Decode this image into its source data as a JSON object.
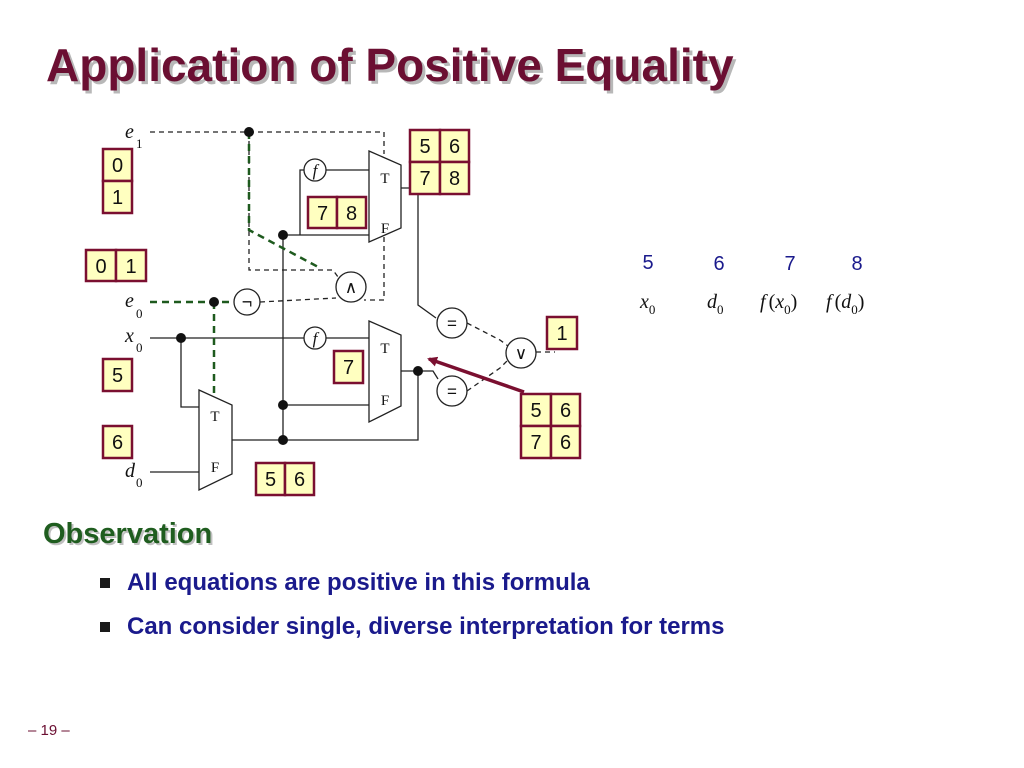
{
  "title": "Application of Positive Equality",
  "colors": {
    "title": "#6b0f32",
    "observation": "#1f5d1f",
    "bullet_text": "#1a1a8c",
    "box_fill": "#ffffc0",
    "box_border": "#7a0f30",
    "arrow": "#7a0f30",
    "dashed_green": "#1e5a1e"
  },
  "diagram": {
    "inputs": {
      "e1": {
        "base": "e",
        "sub": "1"
      },
      "e0": {
        "base": "e",
        "sub": "0"
      },
      "x0": {
        "base": "x",
        "sub": "0"
      },
      "d0": {
        "base": "d",
        "sub": "0"
      }
    },
    "gates": {
      "f": "f",
      "not": "¬",
      "and": "∧",
      "or": "∨",
      "eq": "=",
      "mux_t": "T",
      "mux_f": "F"
    },
    "value_boxes": {
      "e1_vals": [
        "0",
        "1"
      ],
      "e0_vals": [
        "0",
        "1"
      ],
      "x0_val": "5",
      "d0_val": "6",
      "f_top_vals": [
        "7",
        "8"
      ],
      "f_mid_val": "7",
      "mux_top_vals": [
        [
          "5",
          "6"
        ],
        [
          "7",
          "8"
        ]
      ],
      "mux_bottom_vals": [
        "5",
        "6"
      ],
      "mux_mid_vals": [
        [
          "5",
          "6"
        ],
        [
          "7",
          "6"
        ]
      ],
      "output_val": "1"
    },
    "interpretation": {
      "values": [
        "5",
        "6",
        "7",
        "8"
      ],
      "terms": [
        {
          "type": "var",
          "base": "x",
          "sub": "0"
        },
        {
          "type": "var",
          "base": "d",
          "sub": "0"
        },
        {
          "type": "app",
          "fn": "f",
          "open": "(",
          "base": "x",
          "sub": "0",
          "close": ")"
        },
        {
          "type": "app",
          "fn": "f",
          "open": "(",
          "base": "d",
          "sub": "0",
          "close": ")"
        }
      ]
    }
  },
  "observation": {
    "heading": "Observation",
    "bullets": [
      "All equations are positive in this formula",
      "Can consider single, diverse interpretation for terms"
    ]
  },
  "page_number": "– 19 –"
}
